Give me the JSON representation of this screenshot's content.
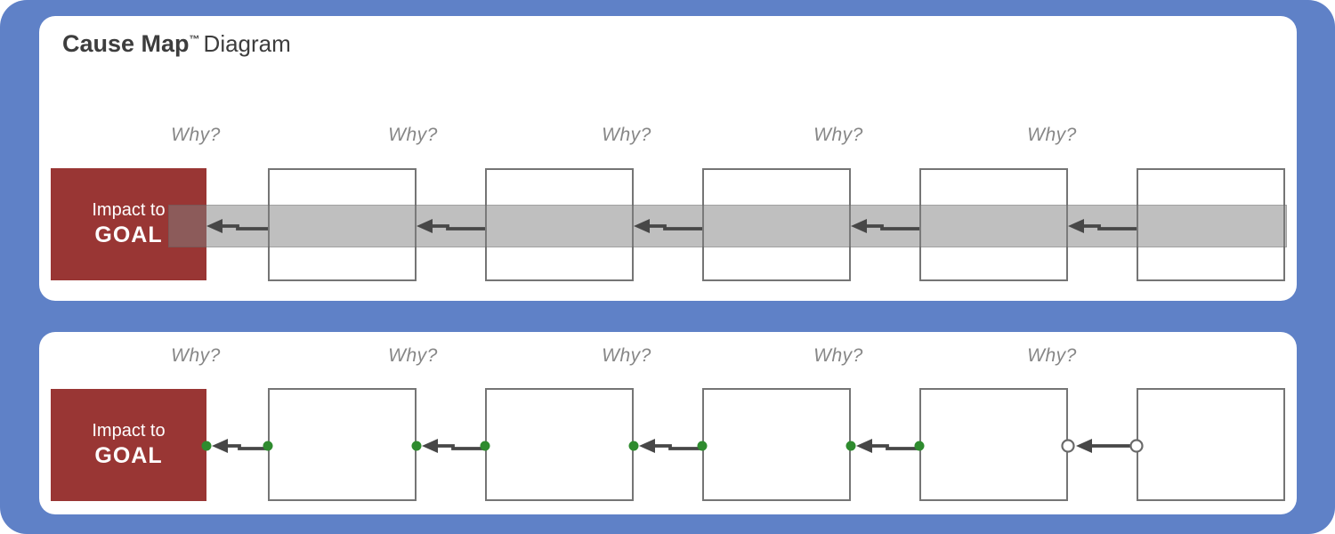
{
  "title": {
    "brand": "Cause Map",
    "trademark": "™",
    "suffix": "Diagram"
  },
  "colors": {
    "canvas_blue": "#5F81C7",
    "panel_white": "#FFFFFF",
    "goal_red": "#993634",
    "goal_text": "#FFFFFF",
    "cause_box_border": "#757575",
    "arrow_gray": "#474747",
    "connector_green": "#2E8B2E",
    "highlight_band": "rgba(128,128,128,0.5)",
    "why_gray": "#878787",
    "title_gray": "#3D3D3D"
  },
  "top_panel": {
    "why_labels": [
      "Why?",
      "Why?",
      "Why?",
      "Why?",
      "Why?"
    ],
    "goal_box": {
      "line1": "Impact to",
      "line2": "GOAL"
    },
    "cause_box_count": 5,
    "has_highlight_band": true
  },
  "bottom_panel": {
    "why_labels": [
      "Why?",
      "Why?",
      "Why?",
      "Why?",
      "Why?"
    ],
    "goal_box": {
      "line1": "Impact to",
      "line2": "GOAL"
    },
    "cause_box_count": 5,
    "connector_endpoint_styles": [
      "green-dot",
      "green-dot",
      "green-dot",
      "green-dot",
      "hollow-circle"
    ]
  }
}
